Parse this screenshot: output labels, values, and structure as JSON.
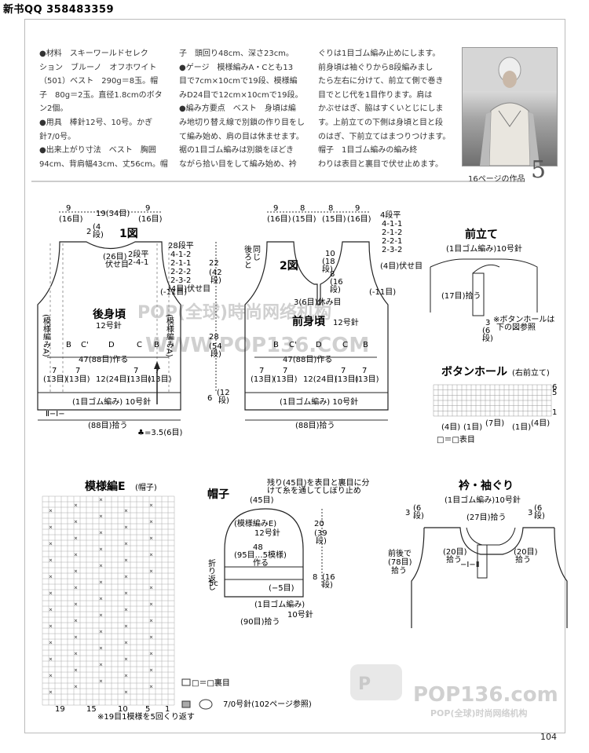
{
  "header": {
    "qq": "新书QQ 358483359"
  },
  "intro": {
    "col1": [
      "●材料　スキーワールドセレク",
      "ション　ブルーノ　オフホワイト",
      "（501）ベスト　290g＝8玉。帽",
      "子　80g＝2玉。直径1.8cmのボタ",
      "ン2個。",
      "●用具　棒針12号、10号。かぎ",
      "針7/0号。",
      "●出来上がり寸法　ベスト　胸囲",
      "94cm、背肩幅43cm、丈56cm。帽"
    ],
    "col2": [
      "子　頭回り48cm、深さ23cm。",
      "●ゲージ　模様編みA・Cとも13",
      "目で7cm×10cmで19段、模様編",
      "みD24目で12cm×10cmで19段。",
      "●編み方要点　ベスト　身頃は編",
      "み地切り替え線で別鎖の作り目をし",
      "て編み始め、肩の目は休ませます。",
      "裾の1目ゴム編みは別鎖をほどき",
      "ながら拾い目をして編み始め、衿"
    ],
    "col3": [
      "ぐりは1目ゴム編み止めにします。",
      "前身頃は袖ぐりから8段編みまし",
      "たら左右に分けて、前立て側で巻き",
      "目でとじ代を1目作ります。肩は",
      "かぶせはぎ、脇はすくいとじにしま",
      "す。上前立ての下側は身頃と目と段",
      "のはぎ、下前立てはまつりつけます。",
      "帽子　1目ゴム編みの編み終",
      "わりは表目と裏目で伏せ止めます。"
    ]
  },
  "page_ref": {
    "text": "16ページの作品",
    "number": "5"
  },
  "back_body": {
    "title": "後身頃",
    "needle": "12号針",
    "fig": "1図",
    "top_dims": [
      "9",
      "19(34目)",
      "9"
    ],
    "top_sub": [
      "(16目)",
      "(16目)"
    ],
    "neck": [
      "2",
      "(4",
      "段)",
      "(26目)",
      "伏せ目",
      "2段平",
      "2-4-1"
    ],
    "armhole": [
      "28段平",
      "4-1-2",
      "2-1-1",
      "2-2-2",
      "2-3-2",
      "(4目)伏せ目",
      "(-11目)"
    ],
    "pattern": [
      "(模様編みA)",
      "(模様編みA)"
    ],
    "stitches": [
      "B",
      "C'",
      "D",
      "C",
      "B"
    ],
    "cast": "47(88目)作る",
    "cols": [
      "7",
      "(13目)",
      "7",
      "(13目)",
      "12(24目)",
      "7",
      "(13目)",
      "7",
      "(13目)"
    ],
    "rib": "(1目ゴム編み) 10号針",
    "pick": "(88目)拾う",
    "club": "♣=3.5(6目)",
    "rib_mark": "Ⅱ−Ⅰ−"
  },
  "side_dims": [
    "22",
    "(42",
    "段)",
    "28",
    "(54",
    "段)",
    "6",
    "(12",
    "段)"
  ],
  "front_body": {
    "title": "前身頃",
    "needle": "12号針",
    "fig": "2図",
    "top_dims": [
      "9",
      "8",
      "8",
      "9"
    ],
    "top_sub": [
      "(16目)",
      "(15目)",
      "(15目)",
      "(16目)"
    ],
    "neck_left": [
      "後ろと",
      "同じ"
    ],
    "neck_right": [
      "4段平",
      "4-1-1",
      "2-1-2",
      "2-2-1",
      "2-3-2",
      "(4目)伏せ目",
      "(-11目)"
    ],
    "placket": [
      "10",
      "(18",
      "段)",
      "8",
      "(16",
      "段)",
      "3(6目)休み目"
    ],
    "stitches": [
      "B",
      "C'",
      "D",
      "C",
      "B"
    ],
    "cast": "47(88目)作る",
    "cols": [
      "7",
      "(13目)",
      "7",
      "(13目)",
      "12(24目)",
      "7",
      "(13目)",
      "7",
      "(13目)"
    ],
    "rib": "(1目ゴム編み) 10号針",
    "pick": "(88目)拾う"
  },
  "placket": {
    "title": "前立て",
    "sub": "(1目ゴム編み)10号針",
    "pick": "(17目)拾う",
    "dim": [
      "3",
      "(6",
      "段)"
    ],
    "note": [
      "※ボタンホールは",
      "下の図参照"
    ]
  },
  "buttonhole": {
    "title": "ボタンホール",
    "sub": "(右前立て)",
    "counts": [
      "(4目)",
      "(1目)",
      "(7目)",
      "(1目)",
      "(4目)"
    ],
    "rows": [
      "6",
      "5",
      "1"
    ],
    "legend": "□＝□表目"
  },
  "pattern_e": {
    "title": "模様編E",
    "sub": "(帽子)",
    "note": "※19目1模様を5回くり返す",
    "bottom": [
      "19",
      "15",
      "10",
      "5",
      "1"
    ]
  },
  "hat": {
    "title": "帽子",
    "top_note": [
      "残り(45目)を表目と裏目に分",
      "けて糸を通してしぼり止め"
    ],
    "top": "(45目)",
    "pattern": "(模様編みE)",
    "needle": "12号針",
    "circ": [
      "48",
      "(95目…5模様)",
      "作る"
    ],
    "fold": [
      "折り返し",
      "5c"
    ],
    "minus": "(−5目)",
    "rib": "(1目ゴム編み)",
    "rib_needle": "10号針",
    "pick": "(90目)拾う",
    "dims": [
      "20",
      "(39",
      "段)",
      "8",
      "(16",
      "段)"
    ]
  },
  "collar": {
    "title": "衿・袖ぐり",
    "sub": "(1目ゴム編み)10号針",
    "dim_left": [
      "3",
      "(6",
      "段)"
    ],
    "dim_right": [
      "3",
      "(6",
      "段)"
    ],
    "pick_top": "(27目)拾う",
    "pick_l": [
      "(20目)",
      "拾う"
    ],
    "pick_r": [
      "(20目)",
      "拾う"
    ],
    "pick_side": [
      "前後で",
      "(78目)",
      "拾う"
    ],
    "rib_mark": "−Ⅰ−Ⅱ"
  },
  "legend": {
    "knit": "□＝□裏目",
    "needle": "7/0号針(102ページ参照)"
  },
  "watermark": {
    "main": "POP(全球)時尚网络机构",
    "site": "WWW.POP136.COM",
    "logo": "POP136.com",
    "logo_sub": "POP(全球)时尚网络机构"
  },
  "page": {
    "number": "104"
  }
}
